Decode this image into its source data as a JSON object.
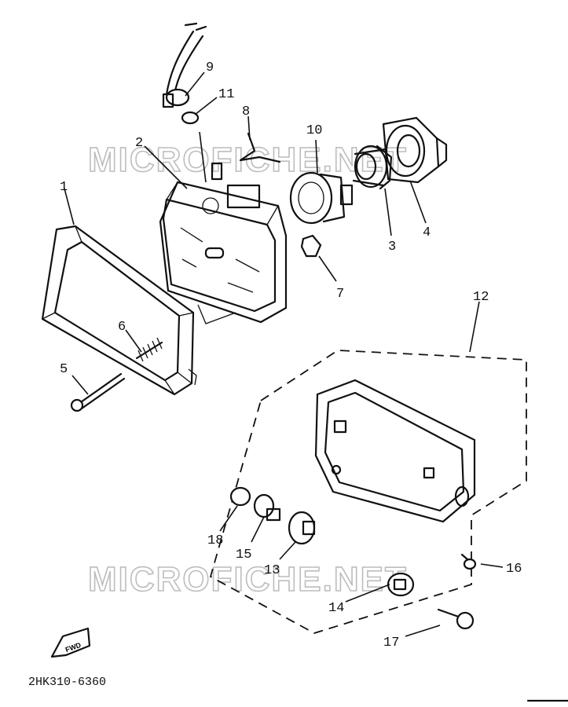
{
  "watermark": "MICROFICHE.NET",
  "diagram_code": "2HK310-6360",
  "fwd_mark": "FWD",
  "part_labels": {
    "p1": "1",
    "p2": "2",
    "p3": "3",
    "p4": "4",
    "p5": "5",
    "p6": "6",
    "p7": "7",
    "p8": "8",
    "p9": "9",
    "p10": "10",
    "p11": "11",
    "p12": "12",
    "p13": "13",
    "p14": "14",
    "p15": "15",
    "p16": "16",
    "p17": "17",
    "p18": "18"
  }
}
